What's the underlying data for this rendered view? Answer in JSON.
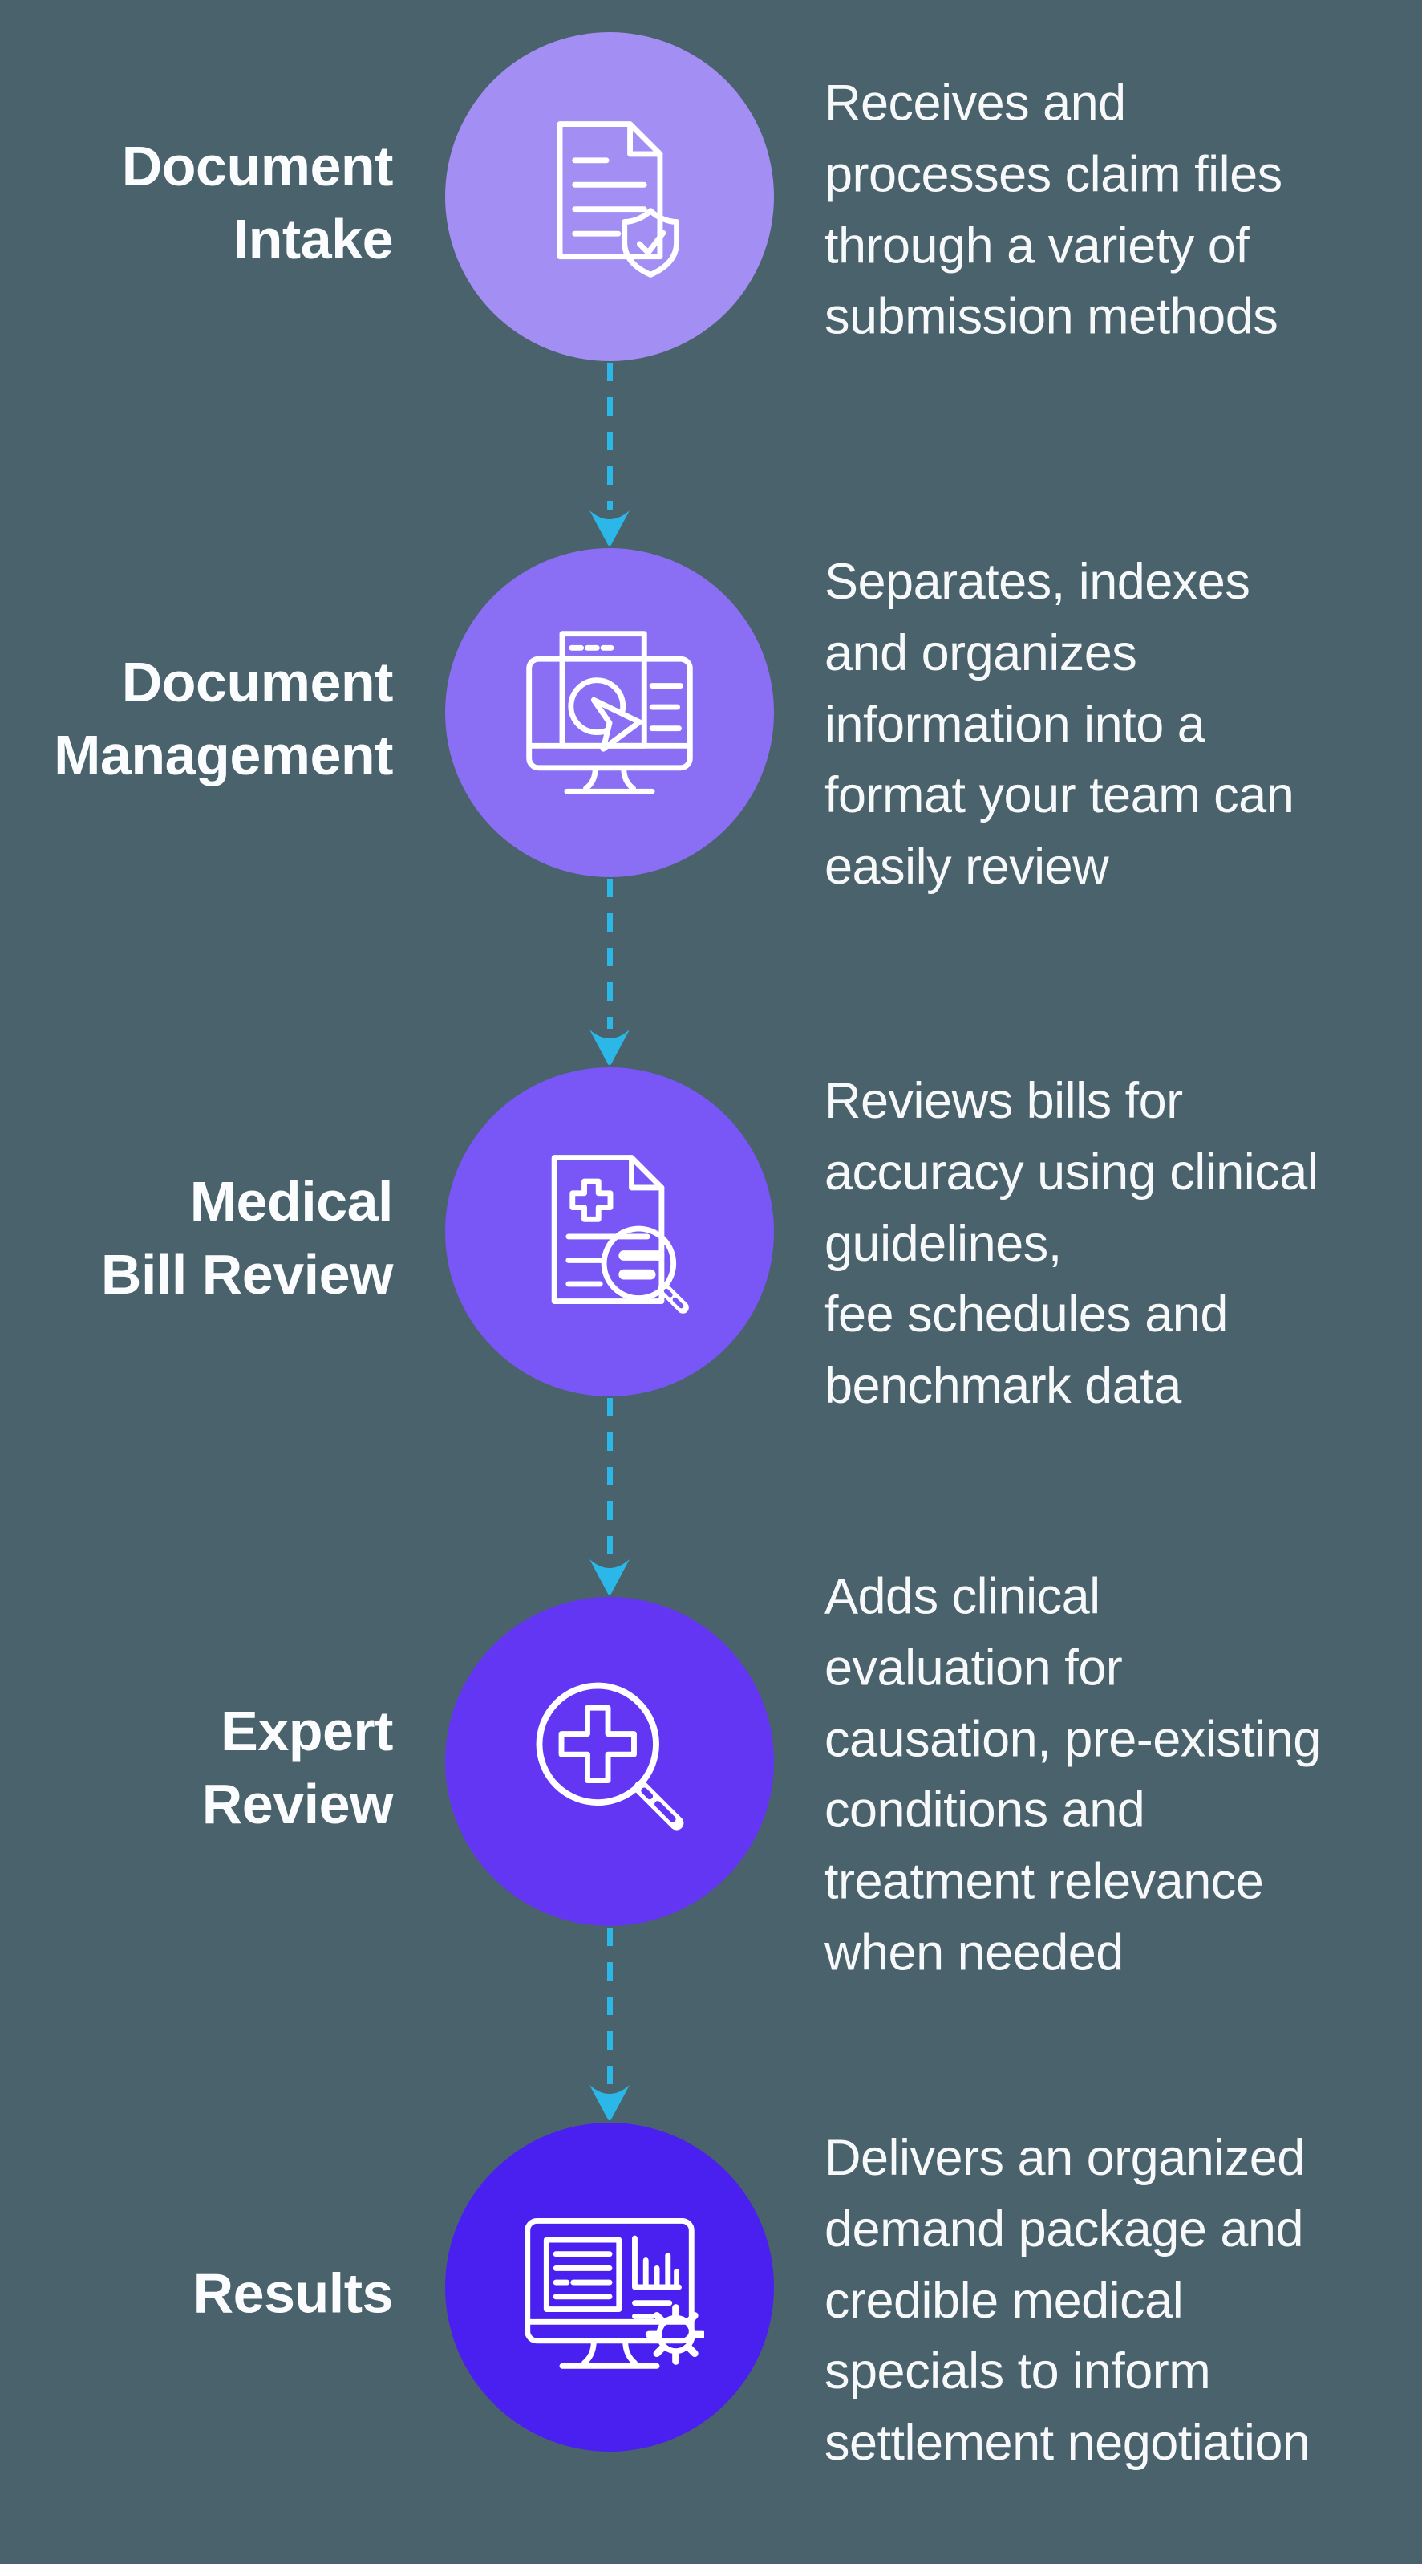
{
  "page": {
    "background": "#4a626b",
    "arrow_color": "#2bb8e9",
    "text_color": "#fbfcfd"
  },
  "steps": [
    {
      "label": "Document\nIntake",
      "description": "Receives and\nprocesses claim files\nthrough a variety of\nsubmission methods",
      "circle_color": "#a38ef3",
      "icon": "document-shield-check-icon"
    },
    {
      "label": "Document\nManagement",
      "description": "Separates, indexes\nand organizes\ninformation into a\nformat your team can\neasily review",
      "circle_color": "#8a6ef3",
      "icon": "monitor-cursor-icon"
    },
    {
      "label": "Medical\nBill Review",
      "description": "Reviews bills for\naccuracy using clinical\nguidelines,\nfee schedules and\nbenchmark data",
      "circle_color": "#7956f6",
      "icon": "medical-bill-magnifier-icon"
    },
    {
      "label": "Expert\nReview",
      "description": "Adds clinical\nevaluation for\ncausation, pre-existing\nconditions and\ntreatment relevance\nwhen needed",
      "circle_color": "#6336f4",
      "icon": "magnifier-medical-cross-icon"
    },
    {
      "label": "Results",
      "description": "Delivers an organized\ndemand package and\ncredible medical\nspecials to inform\nsettlement negotiation",
      "circle_color": "#4a20f0",
      "icon": "monitor-report-gear-icon"
    }
  ]
}
